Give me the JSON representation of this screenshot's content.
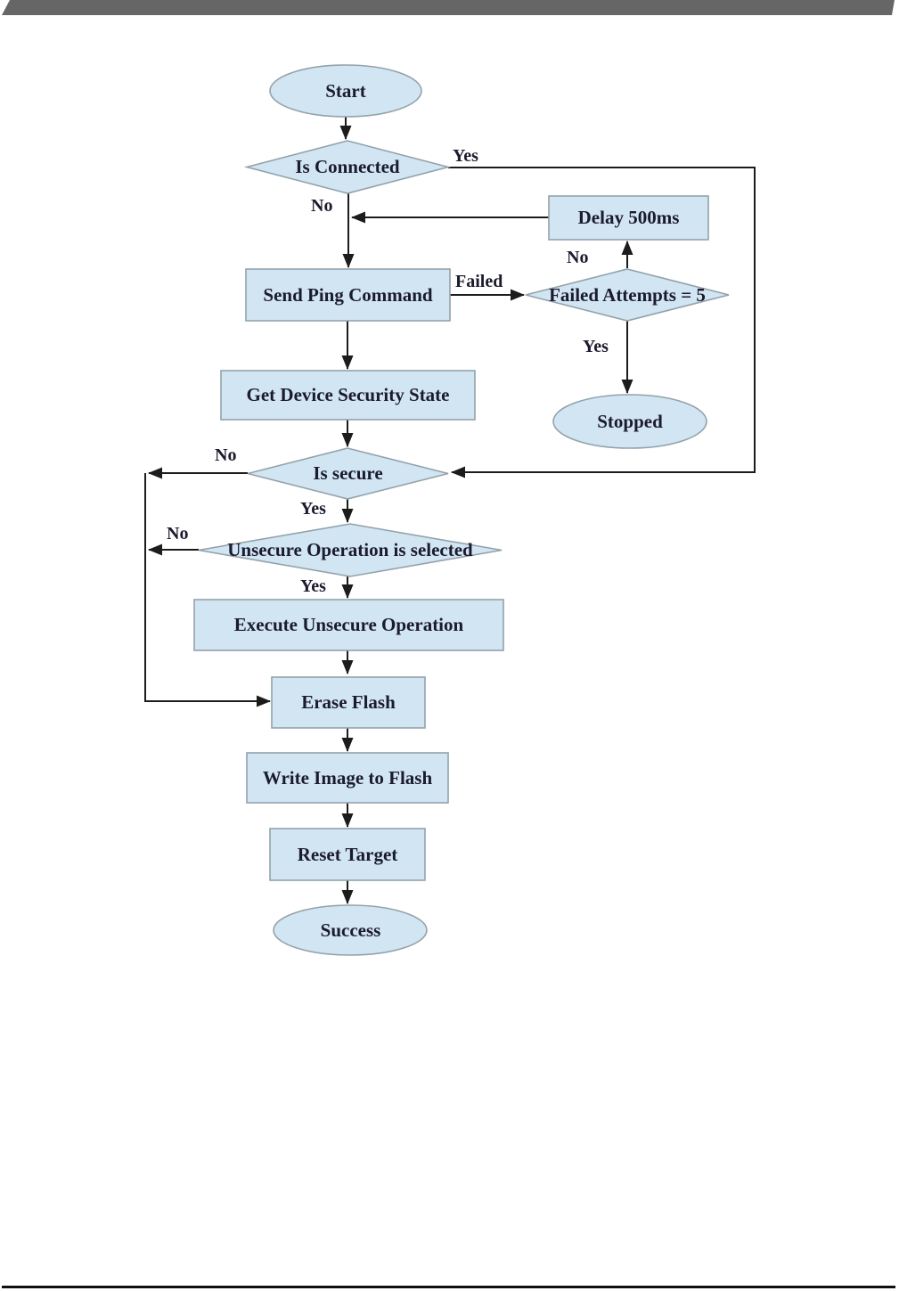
{
  "theme": {
    "top_bar_color": "#666666",
    "bottom_line_color": "#101010",
    "shape_fill": "#D2E5F3",
    "shape_border": "#93A2AB",
    "line_color": "#1c1c1c",
    "text_color": "#1b1b2e"
  },
  "flowchart": {
    "nodes": {
      "start": {
        "type": "ellipse",
        "label": "Start"
      },
      "is_connected": {
        "type": "diamond",
        "label": "Is Connected"
      },
      "delay_500ms": {
        "type": "rect",
        "label": "Delay 500ms"
      },
      "send_ping": {
        "type": "rect",
        "label": "Send Ping Command"
      },
      "failed_attempts": {
        "type": "diamond",
        "label": "Failed Attempts = 5"
      },
      "stopped": {
        "type": "ellipse",
        "label": "Stopped"
      },
      "get_security_state": {
        "type": "rect",
        "label": "Get Device Security State"
      },
      "is_secure": {
        "type": "diamond",
        "label": "Is secure"
      },
      "unsecure_selected": {
        "type": "diamond",
        "label": "Unsecure Operation is selected"
      },
      "execute_unsecure": {
        "type": "rect",
        "label": "Execute Unsecure Operation"
      },
      "erase_flash": {
        "type": "rect",
        "label": "Erase Flash"
      },
      "write_image": {
        "type": "rect",
        "label": "Write Image to Flash"
      },
      "reset_target": {
        "type": "rect",
        "label": "Reset Target"
      },
      "success": {
        "type": "ellipse",
        "label": "Success"
      }
    },
    "edge_labels": {
      "is_connected_yes": "Yes",
      "is_connected_no": "No",
      "send_ping_failed": "Failed",
      "failed_attempts_no": "No",
      "failed_attempts_yes": "Yes",
      "is_secure_no": "No",
      "is_secure_yes": "Yes",
      "unsecure_no": "No",
      "unsecure_yes": "Yes"
    }
  }
}
